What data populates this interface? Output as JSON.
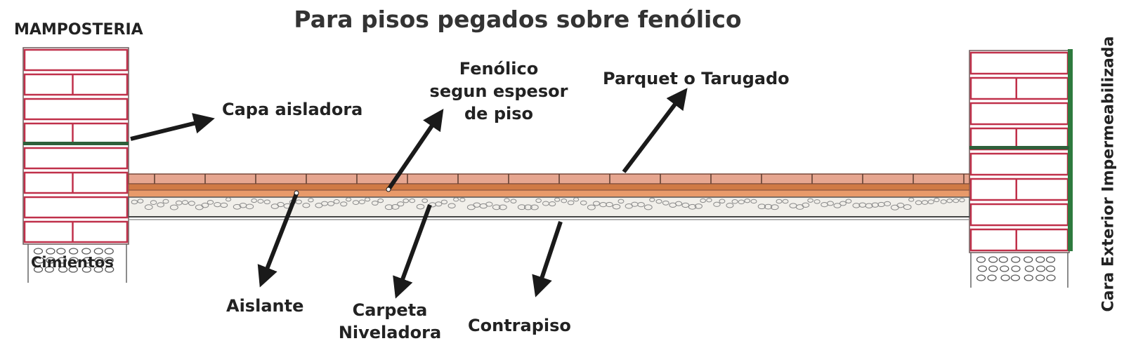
{
  "title": "Para pisos pegados sobre fenólico",
  "labels": {
    "mamposteria": "MAMPOSTERIA",
    "capa_aisladora": "Capa aisladora",
    "fenolico": [
      "Fenólico",
      "segun espesor",
      "de piso"
    ],
    "parquet": "Parquet o Tarugado",
    "cimientos": "Cimientos",
    "aislante": "Aislante",
    "carpeta": [
      "Carpeta",
      "Niveladora"
    ],
    "contrapiso": "Contrapiso",
    "cara_exterior": "Cara Exterior Impermeabilizada"
  },
  "colors": {
    "brick_line": "#c0304a",
    "floor_wood": "#d9896a",
    "phenolic": "#c8743f",
    "gravel": "#8a8a8a",
    "damp_course": "#2e5f3a",
    "waterproof": "#2e7a3e",
    "arrow": "#1a1a1a"
  }
}
